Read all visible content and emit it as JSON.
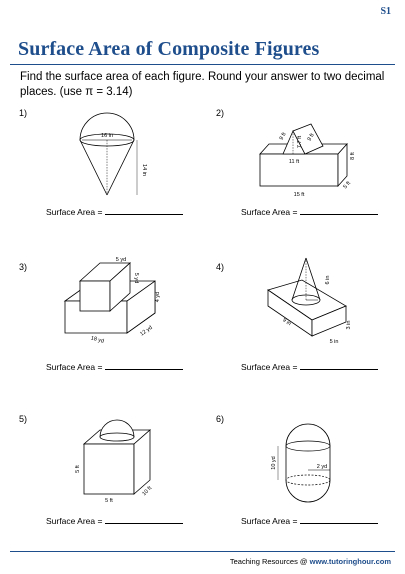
{
  "sheet_code": "S1",
  "title": "Surface Area of Composite Figures",
  "instructions": "Find the surface area of each figure. Round your answer to two decimal places. (use π = 3.14)",
  "answer_label": "Surface Area =",
  "problems": [
    {
      "number": "1)",
      "labels": {
        "d": "16 in",
        "h": "14 in"
      }
    },
    {
      "number": "2)",
      "labels": {
        "slant1": "9 ft",
        "slant2": "9 ft",
        "tri_h": "7.7 ft",
        "tri_base": "11 ft",
        "box_h": "8 ft",
        "box_l": "15 ft",
        "box_w": "5 ft"
      }
    },
    {
      "number": "3)",
      "labels": {
        "top_w": "5 yd",
        "top_h": "5 yd",
        "base_h": "4 yd",
        "base_l": "18 yd",
        "base_w": "12 yd"
      }
    },
    {
      "number": "4)",
      "labels": {
        "cone_h": "6 in",
        "w": "9 in",
        "l": "5 in",
        "h": "3 in"
      }
    },
    {
      "number": "5)",
      "labels": {
        "h": "5 ft",
        "w": "5 ft",
        "l": "10 ft"
      }
    },
    {
      "number": "6)",
      "labels": {
        "h": "10 yd",
        "r": "2 yd"
      }
    }
  ],
  "footer": {
    "prefix": "Teaching Resources @",
    "domain": "www.tutoringhour.com"
  }
}
